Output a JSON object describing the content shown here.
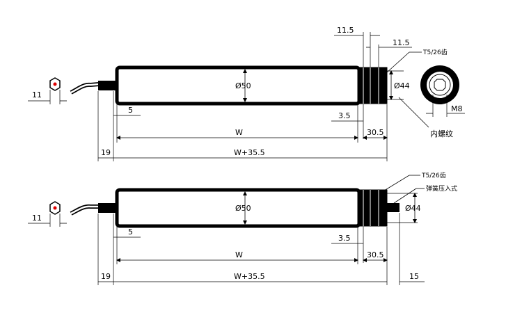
{
  "top_view": {
    "dim_11_5_a": "11.5",
    "dim_11_5_b": "11.5",
    "gear_label": "T5/26齿",
    "thread_label": "内螺纹",
    "dia_50": "Ø50",
    "dia_44": "Ø44",
    "hex_size": "11",
    "dim_5": "5",
    "dim_3_5": "3.5",
    "dim_w": "W",
    "dim_30_5": "30.5",
    "dim_19": "19",
    "dim_total": "W+35.5",
    "thread_size": "M8"
  },
  "bottom_view": {
    "gear_label": "T5/26齿",
    "press_label": "弹簧压入式",
    "dia_50": "Ø50",
    "dia_44": "Ø44",
    "hex_size": "11",
    "dim_5": "5",
    "dim_3_5": "3.5",
    "dim_w": "W",
    "dim_30_5": "30.5",
    "dim_19": "19",
    "dim_total": "W+35.5",
    "dim_15": "15"
  }
}
